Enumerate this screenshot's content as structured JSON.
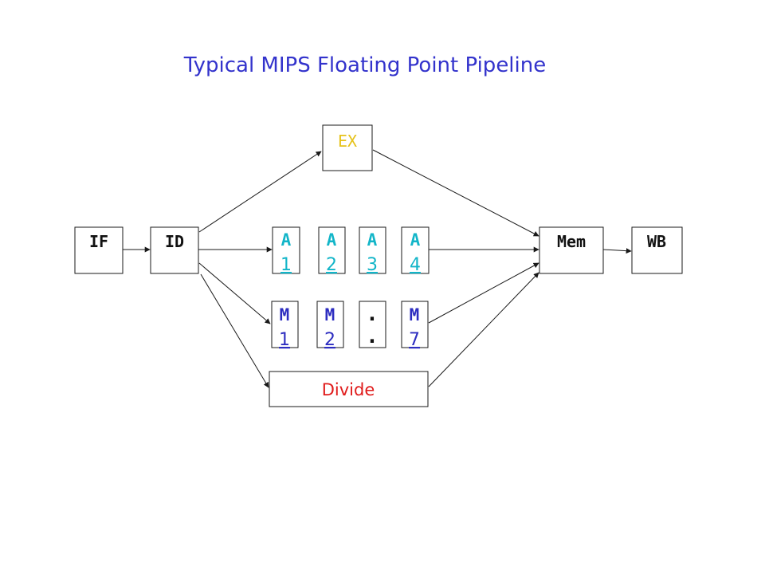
{
  "title": "Typical MIPS Floating Point Pipeline",
  "colors": {
    "title": "#3333cc",
    "stage": "#111111",
    "ex": "#e6c21a",
    "adder": "#12b5c8",
    "multiplier": "#2d2dc0",
    "divide": "#e01b1b",
    "dots": "#111111"
  },
  "stages": {
    "if": "IF",
    "id": "ID",
    "ex": "EX",
    "mem": "Mem",
    "wb": "WB",
    "divide": "Divide"
  },
  "adder": [
    {
      "letter": "A",
      "number": "1"
    },
    {
      "letter": "A",
      "number": "2"
    },
    {
      "letter": "A",
      "number": "3"
    },
    {
      "letter": "A",
      "number": "4"
    }
  ],
  "multiplier": [
    {
      "letter": "M",
      "number": "1"
    },
    {
      "letter": "M",
      "number": "2"
    },
    {
      "letter": ".",
      "number": "."
    },
    {
      "letter": "M",
      "number": "7"
    }
  ]
}
